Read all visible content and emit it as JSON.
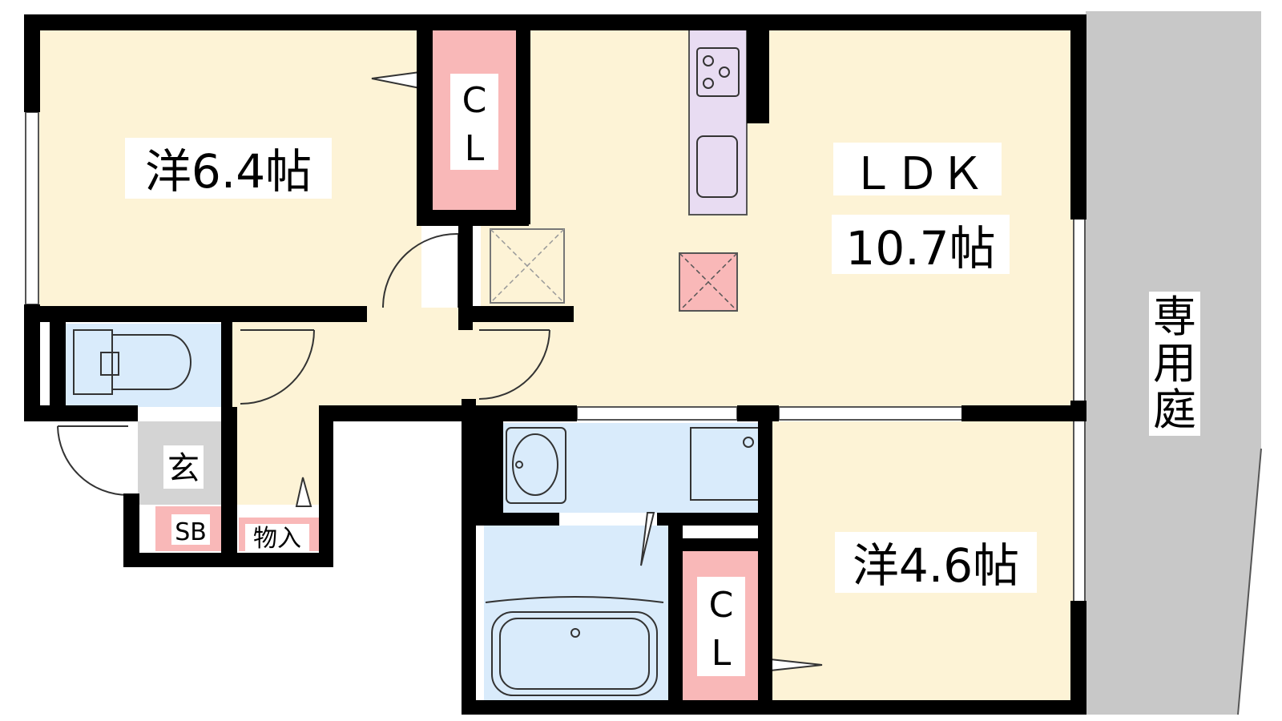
{
  "rooms": {
    "western_1": {
      "label": "洋6.4帖"
    },
    "ldk": {
      "label": "ＬＤＫ",
      "size": "10.7帖"
    },
    "western_2": {
      "label": "洋4.6帖"
    },
    "closet_1": {
      "line1": "C",
      "line2": "L"
    },
    "closet_2": {
      "line1": "C",
      "line2": "L"
    },
    "entrance": {
      "label": "玄"
    },
    "shoe_box": {
      "label": "SB"
    },
    "storage": {
      "label": "物入"
    },
    "private_garden": {
      "label": "専用庭"
    }
  },
  "colors": {
    "room_fill": "#fdf3d6",
    "closet_fill": "#f9b8b8",
    "wet_area_fill": "#d9ebfb",
    "kitchen_fill": "#e8dcf2",
    "entrance_fill": "#d4d4d4",
    "garden_fill": "#c8c8c8",
    "wall": "#000000"
  }
}
